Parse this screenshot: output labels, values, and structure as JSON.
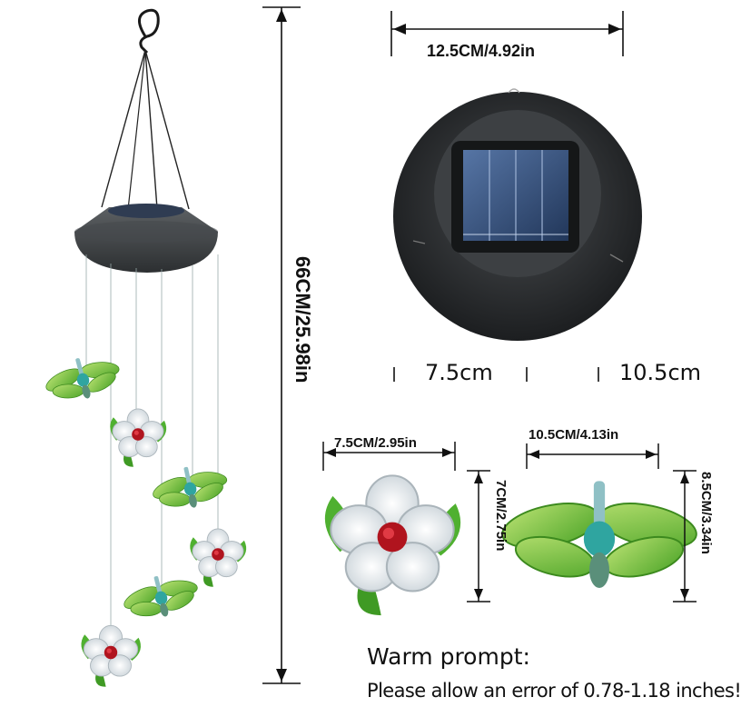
{
  "dimensions": {
    "top_width": "12.5CM/4.92in",
    "total_height": "66CM/25.98in",
    "inner_left": "7.5cm",
    "inner_right": "10.5cm",
    "flower_width": "7.5CM/2.95in",
    "flower_height": "7CM/2.75in",
    "dragonfly_width": "10.5CM/4.13in",
    "dragonfly_height": "8.5CM/3.34in"
  },
  "prompt": {
    "title": "Warm prompt:",
    "body": "Please allow an error of 0.78-1.18 inches!"
  },
  "colors": {
    "housing": "#3a3d3f",
    "solar_panel": "#34507a",
    "leaf_green": "#5fb83a",
    "flower_center": "#b0141e",
    "dragonfly_body": "#2fa5a0"
  }
}
